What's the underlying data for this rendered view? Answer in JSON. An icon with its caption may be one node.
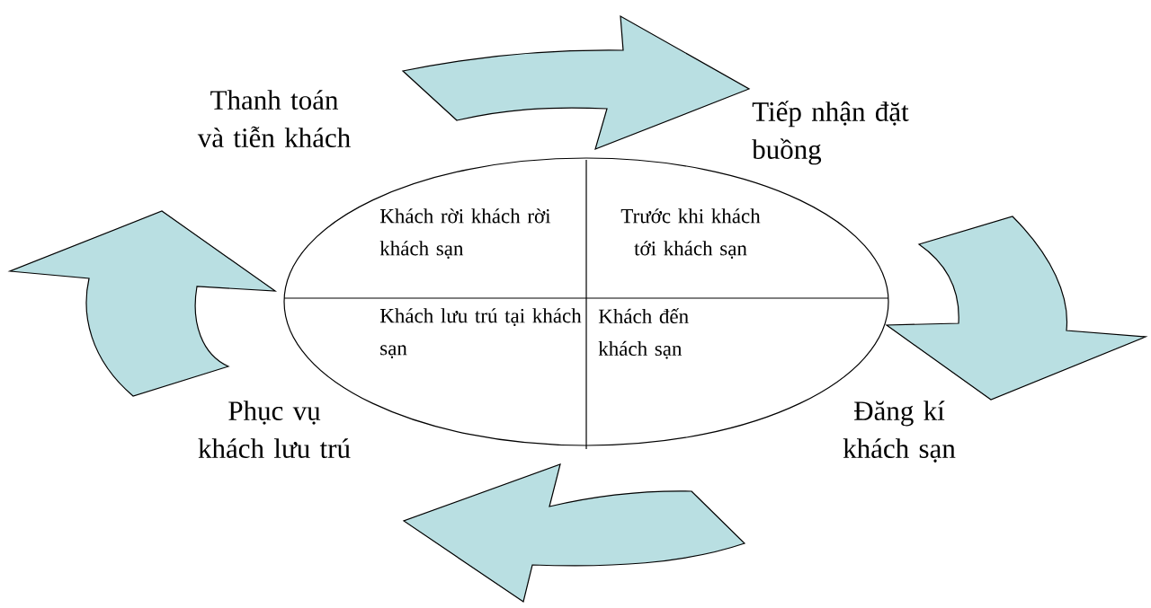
{
  "diagram": {
    "nodes": [
      {
        "text": [
          "Khách rời khách rời khách sạn",
          "Trước khi khách tới khách sạn",
          "Khách lưu trú tại khách sạn",
          "Khách đến khách sạn"
        ]
      }
    ],
    "edges": [],
    "labels": [
      "Thanh toán và tiễn khách",
      "Tiếp nhận đặt buồng",
      "Phục vụ khách lưu trú",
      "Đăng kí khách sạn"
    ]
  }
}
